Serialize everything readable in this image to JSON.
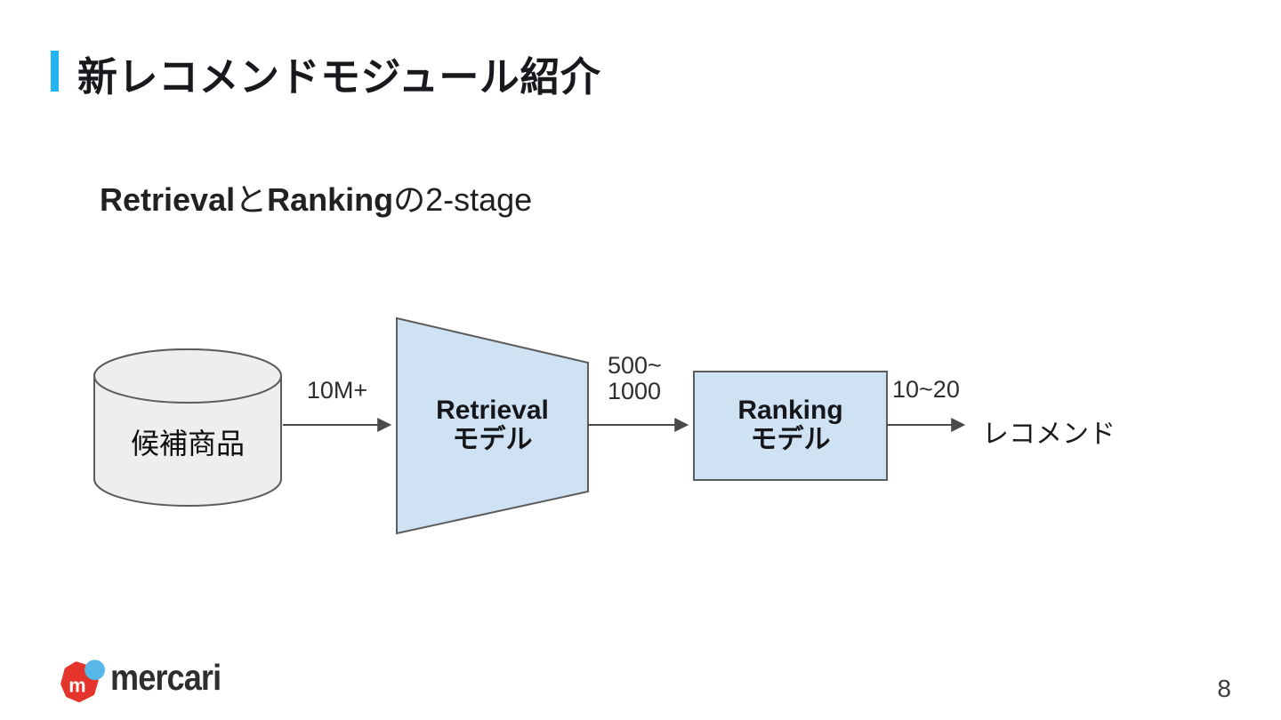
{
  "slide": {
    "title": "新レコメンドモジュール紹介",
    "page_number": "8"
  },
  "subtitle": {
    "bold1": "Retrieval",
    "plain1": "と",
    "bold2": "Ranking",
    "plain2": "の2-stage"
  },
  "diagram": {
    "candidate_db_label": "候補商品",
    "flow1_label": "10M+",
    "retrieval_title": "Retrieval",
    "retrieval_subtitle": "モデル",
    "flow2_label_line1": "500~",
    "flow2_label_line2": "1000",
    "ranking_title": "Ranking",
    "ranking_subtitle": "モデル",
    "flow3_label": "10~20",
    "output_label": "レコメンド"
  },
  "footer": {
    "brand_mark": "m",
    "brand_name": "mercari"
  },
  "colors": {
    "accent_bar": "#24b4f0",
    "stage_fill": "#cfe2f3",
    "db_fill": "#eeeeee",
    "shape_stroke": "#5c5c5c",
    "arrow": "#4a4a4a",
    "mercari_red": "#e5342b",
    "mercari_blue": "#57b8e8"
  }
}
